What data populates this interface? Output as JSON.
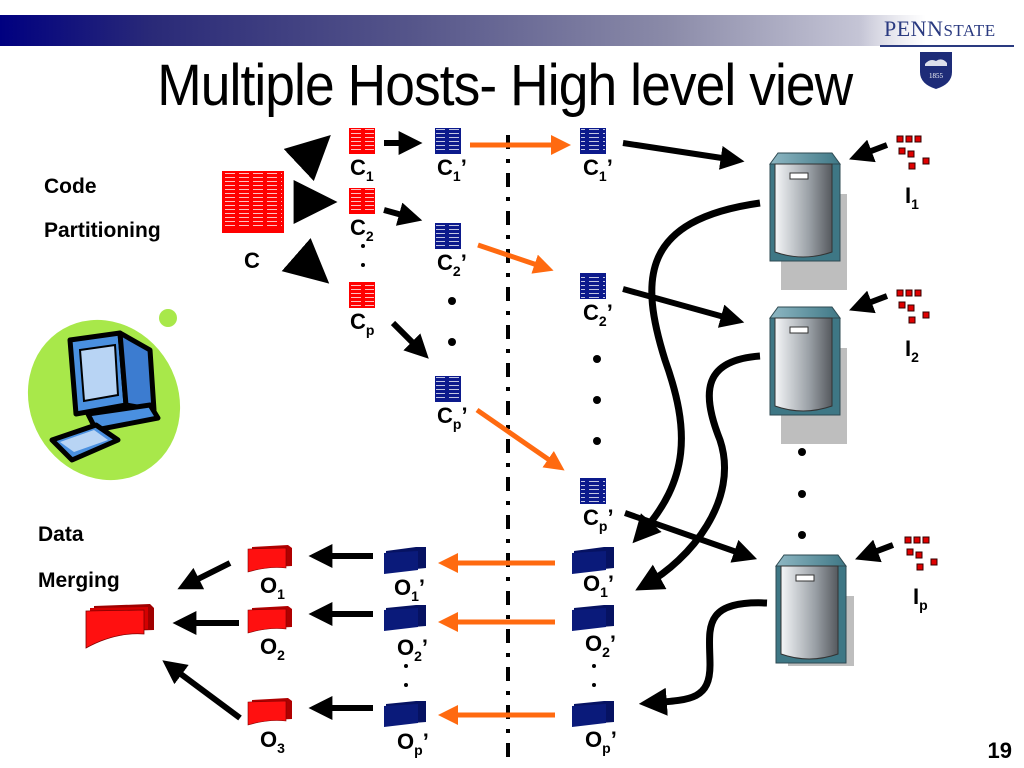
{
  "slide": {
    "title": "Multiple Hosts- High level view",
    "page_number": "19",
    "logo": {
      "brand_main": "PENN",
      "brand_sub": "STATE",
      "year": "1855"
    }
  },
  "sections": {
    "code_partitioning": [
      "Code",
      "Partitioning"
    ],
    "data_merging": [
      "Data",
      "Merging"
    ]
  },
  "labels": {
    "c": "C",
    "c1": {
      "base": "C",
      "sub": "1",
      "prime": ""
    },
    "c2": {
      "base": "C",
      "sub": "2",
      "prime": ""
    },
    "cp": {
      "base": "C",
      "sub": "p",
      "prime": ""
    },
    "c1p_mid": {
      "base": "C",
      "sub": "1",
      "prime": "’"
    },
    "c2p_mid": {
      "base": "C",
      "sub": "2",
      "prime": "’"
    },
    "cpp_mid": {
      "base": "C",
      "sub": "p",
      "prime": "’"
    },
    "c1p_right": {
      "base": "C",
      "sub": "1",
      "prime": "’"
    },
    "c2p_right": {
      "base": "C",
      "sub": "2",
      "prime": "’"
    },
    "cpp_right": {
      "base": "C",
      "sub": "p",
      "prime": "’"
    },
    "i1": {
      "base": "I",
      "sub": "1"
    },
    "i2": {
      "base": "I",
      "sub": "2"
    },
    "ip": {
      "base": "I",
      "sub": "p"
    },
    "o1": {
      "base": "O",
      "sub": "1"
    },
    "o2": {
      "base": "O",
      "sub": "2"
    },
    "o3": {
      "base": "O",
      "sub": "3"
    },
    "o1p_mid": {
      "base": "O",
      "sub": "1",
      "prime": "’"
    },
    "o2p_mid": {
      "base": "O",
      "sub": "2",
      "prime": "’"
    },
    "opp_mid": {
      "base": "O",
      "sub": "p",
      "prime": "’"
    },
    "o1p_right": {
      "base": "O",
      "sub": "1",
      "prime": "’"
    },
    "o2p_right": {
      "base": "O",
      "sub": "2",
      "prime": "’"
    },
    "opp_right": {
      "base": "O",
      "sub": "p",
      "prime": "’"
    }
  },
  "colors": {
    "code_red": "#ff0000",
    "code_blue": "#0c1a8c",
    "transfer_orange": "#ff6a10",
    "arrow_black": "#000000",
    "output_red": "#ff1010",
    "output_blue": "#0a1a7a",
    "computer_green": "#a8e84a"
  }
}
